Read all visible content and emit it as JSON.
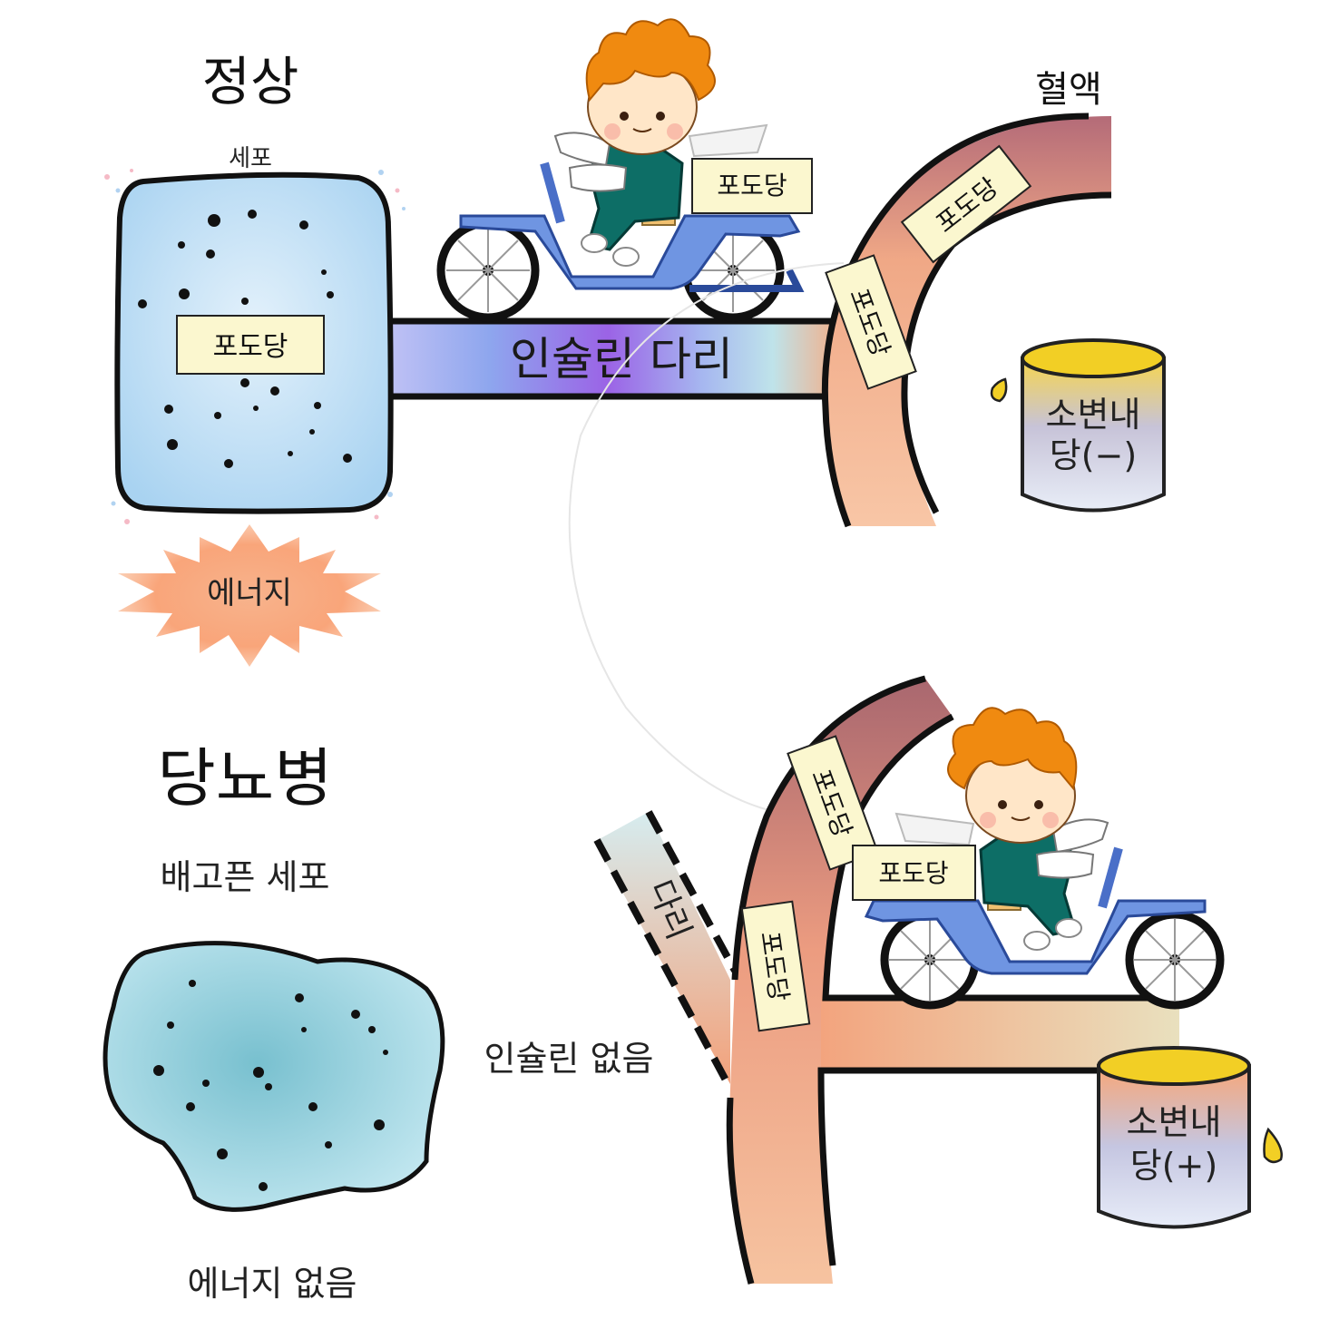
{
  "normal": {
    "heading": "정상",
    "cell_label": "세포",
    "cell_glucose": "포도당",
    "bridge_label": "인슐린 다리",
    "energy_label": "에너지",
    "blood_label": "혈액",
    "vessel_glucose_1": "포도당",
    "vessel_glucose_2": "포도당",
    "cargo_glucose": "포도당",
    "urine_line1": "소변내",
    "urine_line2": "당(−)"
  },
  "diabetes": {
    "heading": "당뇨병",
    "cell_label": "배고픈 세포",
    "energy_label": "에너지 없음",
    "no_insulin_label": "인슐린 없음",
    "bridge_label": "다리",
    "vessel_glucose_1": "포도당",
    "vessel_glucose_2": "포도당",
    "cargo_glucose": "포도당",
    "urine_line1": "소변내",
    "urine_line2": "당(+)"
  },
  "colors": {
    "normal_cell": "#b6dbf3",
    "diabetic_cell": "#8ccad6",
    "vessel_top": "#b5707a",
    "vessel_bottom": "#f4a47c",
    "insulin_bridge": "#9a6ce8",
    "label_box": "#fbf7cf",
    "urine": "#f2d12a",
    "rider_hair": "#f08a10",
    "rider_suit": "#0d6e66",
    "bike": "#5a86dc"
  }
}
